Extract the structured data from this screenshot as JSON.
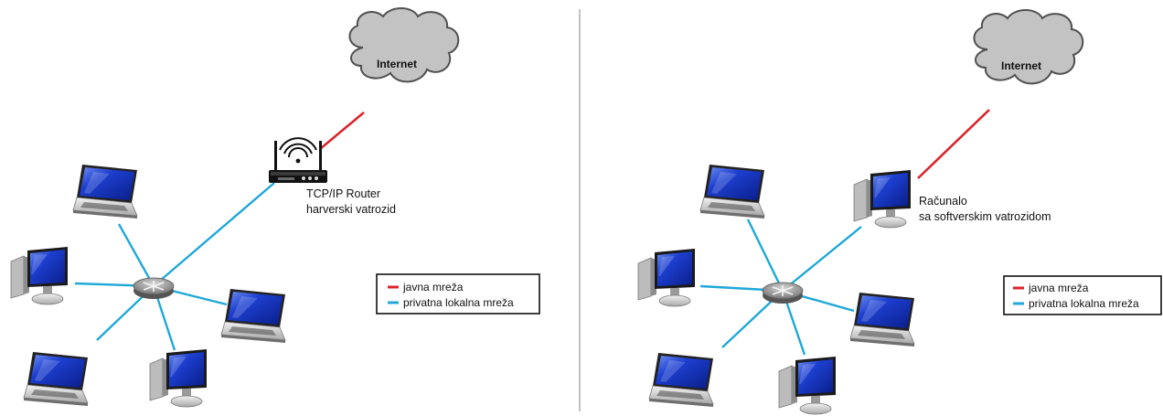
{
  "colors": {
    "public": "#d9262c",
    "private": "#1fa8d8",
    "cloud_fill": "#c3c3c3",
    "cloud_stroke": "#505050",
    "screen": "#1d3fd0",
    "divider": "#9a9a9a"
  },
  "left": {
    "cloud_label": "Internet",
    "device_icon": "wifi-router-icon",
    "device_label_line1": "TCP/IP Router",
    "device_label_line2": "harverski vatrozid",
    "legend": {
      "public_label": "javna mreža",
      "private_label": "privatna lokalna mreža"
    }
  },
  "right": {
    "cloud_label": "Internet",
    "device_icon": "desktop-computer-icon",
    "device_label_line1": "Računalo",
    "device_label_line2": "sa softverskim vatrozidom",
    "legend": {
      "public_label": "javna mreža",
      "private_label": "privatna lokalna mreža"
    }
  }
}
